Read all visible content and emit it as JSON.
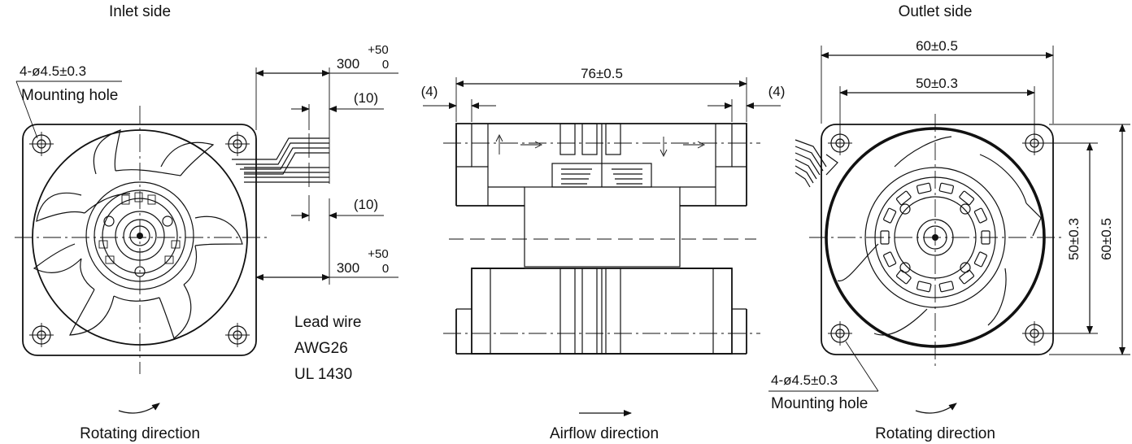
{
  "inlet_view": {
    "title": "Inlet side",
    "mounting_hole_dim": "4-ø4.5±0.3",
    "mounting_hole_label": "Mounting hole",
    "lead_length_top": {
      "nominal": "300",
      "upper": "+50",
      "lower": "0"
    },
    "lead_length_bottom": {
      "nominal": "300",
      "upper": "+50",
      "lower": "0"
    },
    "strip_top": "(10)",
    "strip_bottom": "(10)",
    "lead_wire_lines": [
      "Lead wire",
      "AWG26",
      "UL 1430"
    ],
    "rotation_label": "Rotating direction"
  },
  "side_view": {
    "left_offset": "(4)",
    "right_offset": "(4)",
    "depth_dim": "76±0.5",
    "airflow_label": "Airflow direction"
  },
  "outlet_view": {
    "title": "Outlet side",
    "width_outer": "60±0.5",
    "width_pitch": "50±0.3",
    "height_pitch": "50±0.3",
    "height_outer": "60±0.5",
    "mounting_hole_dim": "4-ø4.5±0.3",
    "mounting_hole_label": "Mounting hole",
    "rotation_label": "Rotating direction"
  }
}
